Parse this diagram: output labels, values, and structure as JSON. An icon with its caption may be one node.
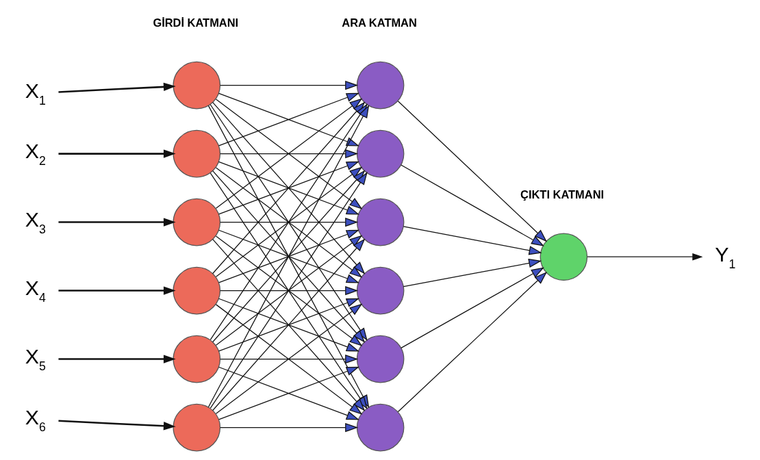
{
  "diagram": {
    "nodes": [
      {
        "text": [
          "X$_{1}$"
        ]
      },
      {
        "text": [
          "X$_{2}$"
        ]
      },
      {
        "text": [
          "X$_{3}$"
        ]
      },
      {
        "text": [
          "X$_{4}$"
        ]
      },
      {
        "text": [
          "X$_{5}$"
        ]
      },
      {
        "text": [
          "X$_{6}$"
        ]
      },
      {
        "text": [],
        "shape": "circle"
      },
      {
        "text": [],
        "shape": "circle"
      },
      {
        "text": [],
        "shape": "circle"
      },
      {
        "text": [],
        "shape": "circle"
      },
      {
        "text": [],
        "shape": "circle"
      },
      {
        "text": [],
        "shape": "circle"
      },
      {
        "text": [],
        "shape": "circle"
      },
      {
        "text": [],
        "shape": "circle"
      },
      {
        "text": [],
        "shape": "circle"
      },
      {
        "text": [],
        "shape": "circle"
      },
      {
        "text": [],
        "shape": "circle"
      },
      {
        "text": [],
        "shape": "circle"
      },
      {
        "text": [],
        "shape": "circle"
      },
      {
        "text": [
          "Y$_{1}$"
        ]
      }
    ],
    "edges": [
      {
        "from": 0,
        "to": 6,
        "arrow": "to"
      },
      {
        "from": 1,
        "to": 7,
        "arrow": "to"
      },
      {
        "from": 2,
        "to": 8,
        "arrow": "to"
      },
      {
        "from": 3,
        "to": 9,
        "arrow": "to"
      },
      {
        "from": 4,
        "to": 10,
        "arrow": "to"
      },
      {
        "from": 5,
        "to": 11,
        "arrow": "to"
      },
      {
        "from": 6,
        "to": 12,
        "arrow": "to"
      },
      {
        "from": 6,
        "to": 13,
        "arrow": "to"
      },
      {
        "from": 6,
        "to": 14,
        "arrow": "to"
      },
      {
        "from": 6,
        "to": 15,
        "arrow": "to"
      },
      {
        "from": 6,
        "to": 16,
        "arrow": "to"
      },
      {
        "from": 6,
        "to": 17,
        "arrow": "to"
      },
      {
        "from": 7,
        "to": 12,
        "arrow": "to"
      },
      {
        "from": 7,
        "to": 13,
        "arrow": "to"
      },
      {
        "from": 7,
        "to": 14,
        "arrow": "to"
      },
      {
        "from": 7,
        "to": 15,
        "arrow": "to"
      },
      {
        "from": 7,
        "to": 16,
        "arrow": "to"
      },
      {
        "from": 7,
        "to": 17,
        "arrow": "to"
      },
      {
        "from": 8,
        "to": 12,
        "arrow": "to"
      },
      {
        "from": 8,
        "to": 13,
        "arrow": "to"
      },
      {
        "from": 8,
        "to": 14,
        "arrow": "to"
      },
      {
        "from": 8,
        "to": 15,
        "arrow": "to"
      },
      {
        "from": 8,
        "to": 16,
        "arrow": "to"
      },
      {
        "from": 8,
        "to": 17,
        "arrow": "to"
      },
      {
        "from": 9,
        "to": 12,
        "arrow": "to"
      },
      {
        "from": 9,
        "to": 13,
        "arrow": "to"
      },
      {
        "from": 9,
        "to": 14,
        "arrow": "to"
      },
      {
        "from": 9,
        "to": 15,
        "arrow": "to"
      },
      {
        "from": 9,
        "to": 16,
        "arrow": "to"
      },
      {
        "from": 9,
        "to": 17,
        "arrow": "to"
      },
      {
        "from": 10,
        "to": 12,
        "arrow": "to"
      },
      {
        "from": 10,
        "to": 13,
        "arrow": "to"
      },
      {
        "from": 10,
        "to": 14,
        "arrow": "to"
      },
      {
        "from": 10,
        "to": 15,
        "arrow": "to"
      },
      {
        "from": 10,
        "to": 16,
        "arrow": "to"
      },
      {
        "from": 10,
        "to": 17,
        "arrow": "to"
      },
      {
        "from": 11,
        "to": 12,
        "arrow": "to"
      },
      {
        "from": 11,
        "to": 13,
        "arrow": "to"
      },
      {
        "from": 11,
        "to": 14,
        "arrow": "to"
      },
      {
        "from": 11,
        "to": 15,
        "arrow": "to"
      },
      {
        "from": 11,
        "to": 16,
        "arrow": "to"
      },
      {
        "from": 11,
        "to": 17,
        "arrow": "to"
      },
      {
        "from": 12,
        "to": 18,
        "arrow": "to"
      },
      {
        "from": 13,
        "to": 18,
        "arrow": "to"
      },
      {
        "from": 14,
        "to": 18,
        "arrow": "to"
      },
      {
        "from": 15,
        "to": 18,
        "arrow": "to"
      },
      {
        "from": 16,
        "to": 18,
        "arrow": "to"
      },
      {
        "from": 17,
        "to": 18,
        "arrow": "to"
      },
      {
        "from": 18,
        "to": 19,
        "arrow": "to"
      }
    ],
    "labels": [
      "GİRDİ KATMANI",
      "ARA KATMAN",
      "ÇIKTI KATMANI"
    ]
  }
}
